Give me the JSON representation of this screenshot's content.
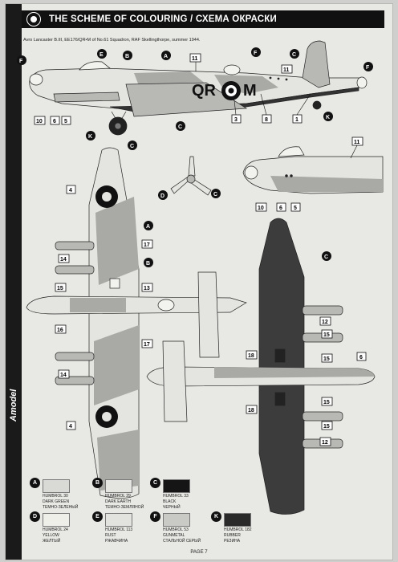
{
  "header": {
    "title": "THE SCHEME OF COLOURING / СХЕМА ОКРАСКИ",
    "brand": "Amodel"
  },
  "caption": "Avro Lancaster B.III, EE176/QR•M of No.61 Squadron, RAF Skellingthorpe, summer 1944.",
  "fuselage_code": {
    "left": "QR",
    "right": "M"
  },
  "callout_numbers": [
    "1",
    "3",
    "4",
    "5",
    "6",
    "8",
    "10",
    "11",
    "12",
    "13",
    "14",
    "15",
    "16",
    "17",
    "18"
  ],
  "callout_letters": [
    "A",
    "B",
    "C",
    "D",
    "E",
    "F",
    "K"
  ],
  "legend": [
    {
      "letter": "A",
      "name": "HUMBROL 30",
      "en": "DARK GREEN",
      "ru": "ТЕМНО-ЗЕЛЕНЫЙ",
      "color": "#d9dad6"
    },
    {
      "letter": "B",
      "name": "HUMBROL 29",
      "en": "DARK EARTH",
      "ru": "ТЕМНО-ЗЕМЛЯНОЙ",
      "color": "#e4e4e0"
    },
    {
      "letter": "C",
      "name": "HUMBROL 33",
      "en": "BLACK",
      "ru": "ЧЕРНЫЙ",
      "color": "#151515"
    },
    {
      "letter": "D",
      "name": "HUMBROL 24",
      "en": "YELLOW",
      "ru": "ЖЕЛТЫЙ",
      "color": "#efefea"
    },
    {
      "letter": "E",
      "name": "HUMBROL 113",
      "en": "RUST",
      "ru": "РЖАВЧИНА",
      "color": "#e2e2de"
    },
    {
      "letter": "F",
      "name": "HUMBROL 53",
      "en": "GUNMETAL",
      "ru": "СТАЛЬНОЙ СЕРЫЙ",
      "color": "#c9cac6"
    },
    {
      "letter": "K",
      "name": "HUMBROL 182",
      "en": "RUBBER",
      "ru": "РЕЗИНА",
      "color": "#2a2a2a"
    }
  ],
  "page": "PAGE 7"
}
